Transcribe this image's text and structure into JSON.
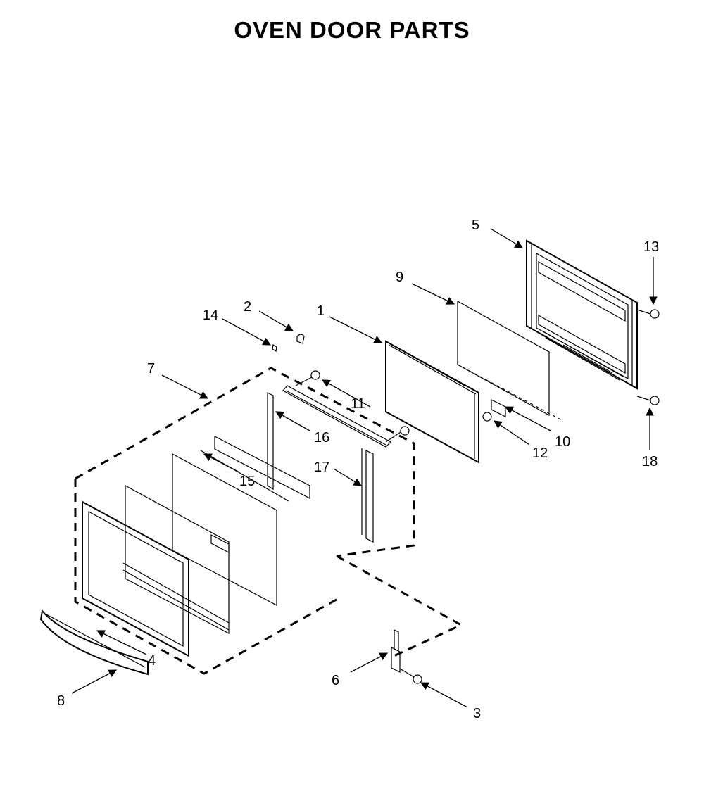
{
  "title": "OVEN DOOR PARTS",
  "callouts": {
    "c1": "1",
    "c2": "2",
    "c3": "3",
    "c4": "4",
    "c5": "5",
    "c6": "6",
    "c7": "7",
    "c8": "8",
    "c9": "9",
    "c10": "10",
    "c11": "11",
    "c12": "12",
    "c13": "13",
    "c14": "14",
    "c15": "15",
    "c16": "16",
    "c17": "17",
    "c18": "18"
  }
}
